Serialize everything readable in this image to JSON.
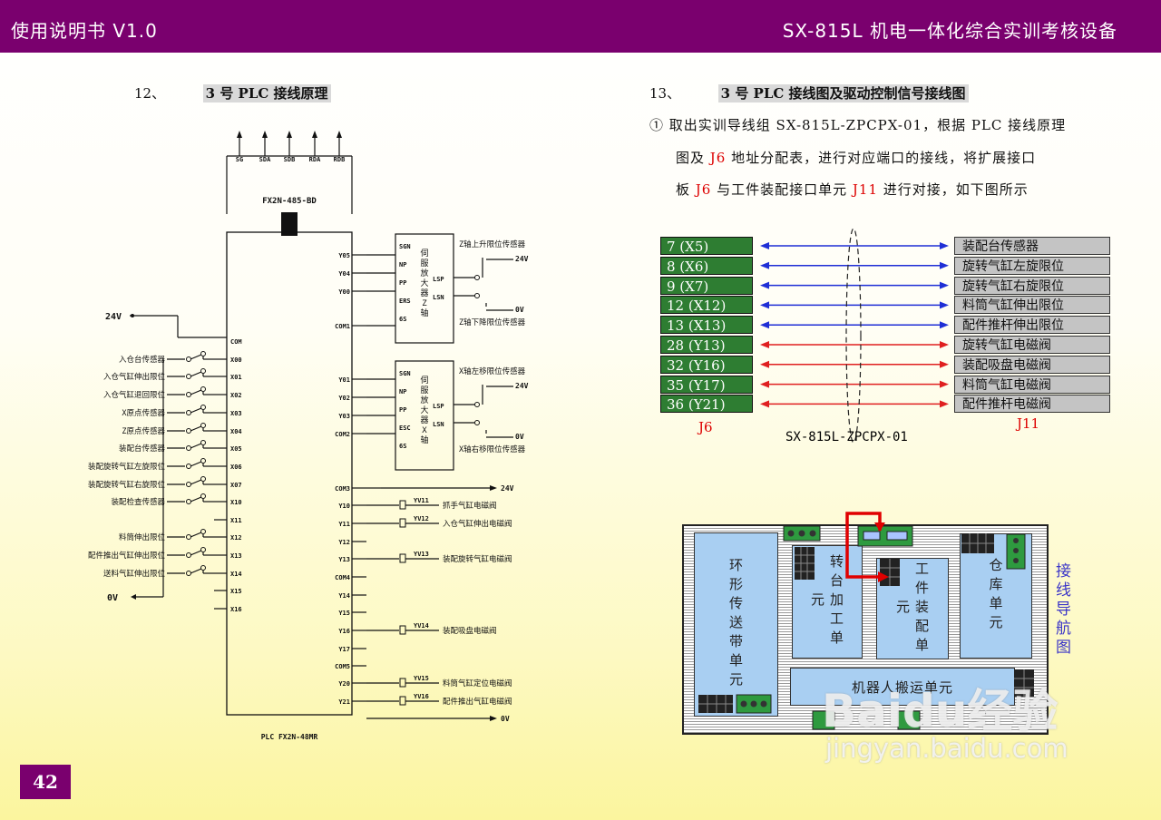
{
  "header": {
    "left": "使用说明书   V1.0",
    "right": "SX-815L 机电一体化综合实训考核设备"
  },
  "section12": {
    "num": "12、",
    "title": "3 号 PLC 接线原理"
  },
  "section13": {
    "num": "13、",
    "title": "3 号 PLC 接线图及驱动控制信号接线图"
  },
  "para13": {
    "line1": "① 取出实训导线组 SX-815L-ZPCPX-01，根据 PLC 接线原理",
    "line2a": "图及 ",
    "line2b": "J6",
    "line2c": " 地址分配表，进行对应端口的接线，将扩展接口",
    "line3a": "板 ",
    "line3b": "J6",
    "line3c": " 与工件装配接口单元 ",
    "line3d": "J11",
    "line3e": " 进行对接，如下图所示"
  },
  "wiring": {
    "j6": [
      "7 (X5)",
      "8 (X6)",
      "9 (X7)",
      "12 (X12)",
      "13 (X13)",
      "28 (Y13)",
      "32 (Y16)",
      "35 (Y17)",
      "36 (Y21)"
    ],
    "j11": [
      "装配台传感器",
      "旋转气缸左旋限位",
      "旋转气缸右旋限位",
      "料筒气缸伸出限位",
      "配件推杆伸出限位",
      "旋转气缸电磁阀",
      "装配吸盘电磁阀",
      "料筒气缸电磁阀",
      "配件推杆电磁阀"
    ],
    "arrow_colors": [
      "#1f2fd6",
      "#1f2fd6",
      "#1f2fd6",
      "#1f2fd6",
      "#1f2fd6",
      "#e02020",
      "#e02020",
      "#e02020",
      "#e02020"
    ],
    "label_j6": "J6",
    "label_j11": "J11",
    "cable": "SX-815L-ZPCPX-01"
  },
  "plc": {
    "top_terminals": [
      "SG",
      "SDA",
      "SDB",
      "RDA",
      "RDB"
    ],
    "module": "FX2N-485-BD",
    "bottom": "PLC FX2N-48MR",
    "v24": "24V",
    "v0": "0V",
    "inputs": [
      "COM",
      "X00",
      "X01",
      "X02",
      "X03",
      "X04",
      "X05",
      "X06",
      "X07",
      "X10",
      "X11",
      "X12",
      "X13",
      "X14",
      "X15",
      "X16"
    ],
    "input_labels": [
      "入仓台传感器",
      "入仓气缸伸出限位",
      "入仓气缸退回限位",
      "X原点传感器",
      "Z原点传感器",
      "装配台传感器",
      "装配旋转气缸左旋限位",
      "装配旋转气缸右旋限位",
      "装配检查传感器",
      "",
      "料筒伸出限位",
      "配件推出气缸伸出限位",
      "送料气缸伸出限位"
    ],
    "outputs": [
      "Y05",
      "Y04",
      "Y00",
      "COM1",
      "Y01",
      "Y02",
      "Y03",
      "COM2",
      "COM3",
      "Y10",
      "Y11",
      "Y12",
      "Y13",
      "COM4",
      "Y14",
      "Y15",
      "Y16",
      "Y17",
      "COM5",
      "Y20",
      "Y21"
    ],
    "drv1": [
      "SGN",
      "NP",
      "PP",
      "ERS",
      "6S"
    ],
    "drv2": [
      "SGN",
      "NP",
      "PP",
      "ESC",
      "6S"
    ],
    "drv1_name": "伺服放大器Z轴",
    "drv2_name": "伺服放大器X轴",
    "z_up": "Z轴上升限位传感器",
    "z_down": "Z轴下降限位传感器",
    "x_left": "X轴左移限位传感器",
    "x_right": "X轴右移限位传感器",
    "lsp": "LSP",
    "lsn": "LSN",
    "valves": [
      {
        "code": "YV11",
        "name": "抓手气缸电磁阀"
      },
      {
        "code": "YV12",
        "name": "入仓气缸伸出电磁阀"
      },
      {
        "code": "YV13",
        "name": "装配旋转气缸电磁阀"
      },
      {
        "code": "YV14",
        "name": "装配吸盘电磁阀"
      },
      {
        "code": "YV15",
        "name": "料筒气缸定位电磁阀"
      },
      {
        "code": "YV16",
        "name": "配件推出气缸电磁阀"
      }
    ]
  },
  "nav": {
    "title": "接线导航图",
    "units": [
      "环形传送带单元",
      "转台加工单元",
      "工件装配单元",
      "仓库单元",
      "机器人搬运单元"
    ]
  },
  "watermark": {
    "brand": "Baidu经验",
    "url": "jingyan.baidu.com"
  },
  "page_number": "42"
}
